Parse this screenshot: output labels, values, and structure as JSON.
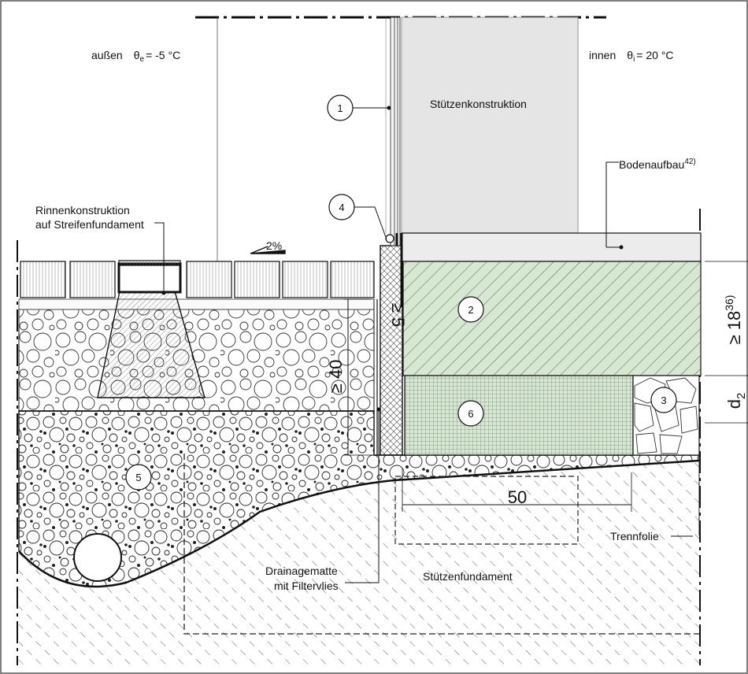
{
  "header": {
    "outside": {
      "label": "außen",
      "symbol": "θ",
      "subscript": "e",
      "value": "=  -5 °C"
    },
    "inside": {
      "label": "innen",
      "symbol": "θ",
      "subscript": "i",
      "value": "=  20 °C"
    }
  },
  "labels": {
    "column": "Stützenkonstruktion",
    "floor_build_up": "Bodenaufbau",
    "floor_build_up_ref": "42)",
    "gutter_line1": "Rinnenkonstruktion",
    "gutter_line2": "auf Streifenfundament",
    "slope": "2%",
    "drainage_line1": "Drainagematte",
    "drainage_line2": "mit Filtervlies",
    "column_foundation": "Stützenfundament",
    "separation_foil": "Trennfolie"
  },
  "dimensions": {
    "depth_40": "≥ 40",
    "depth_5": "≥ 5",
    "thickness_18": "≥ 18",
    "thickness_18_ref": "36)",
    "d2": "d",
    "d2_sub": "2",
    "width_50": "50"
  },
  "markers": [
    "1",
    "2",
    "3",
    "4",
    "5",
    "6"
  ],
  "colors": {
    "insulation_green": "#d7e8d2",
    "column_grey": "#e5e5e5",
    "floor_grey": "#ececec",
    "line": "#1a1a1a"
  }
}
